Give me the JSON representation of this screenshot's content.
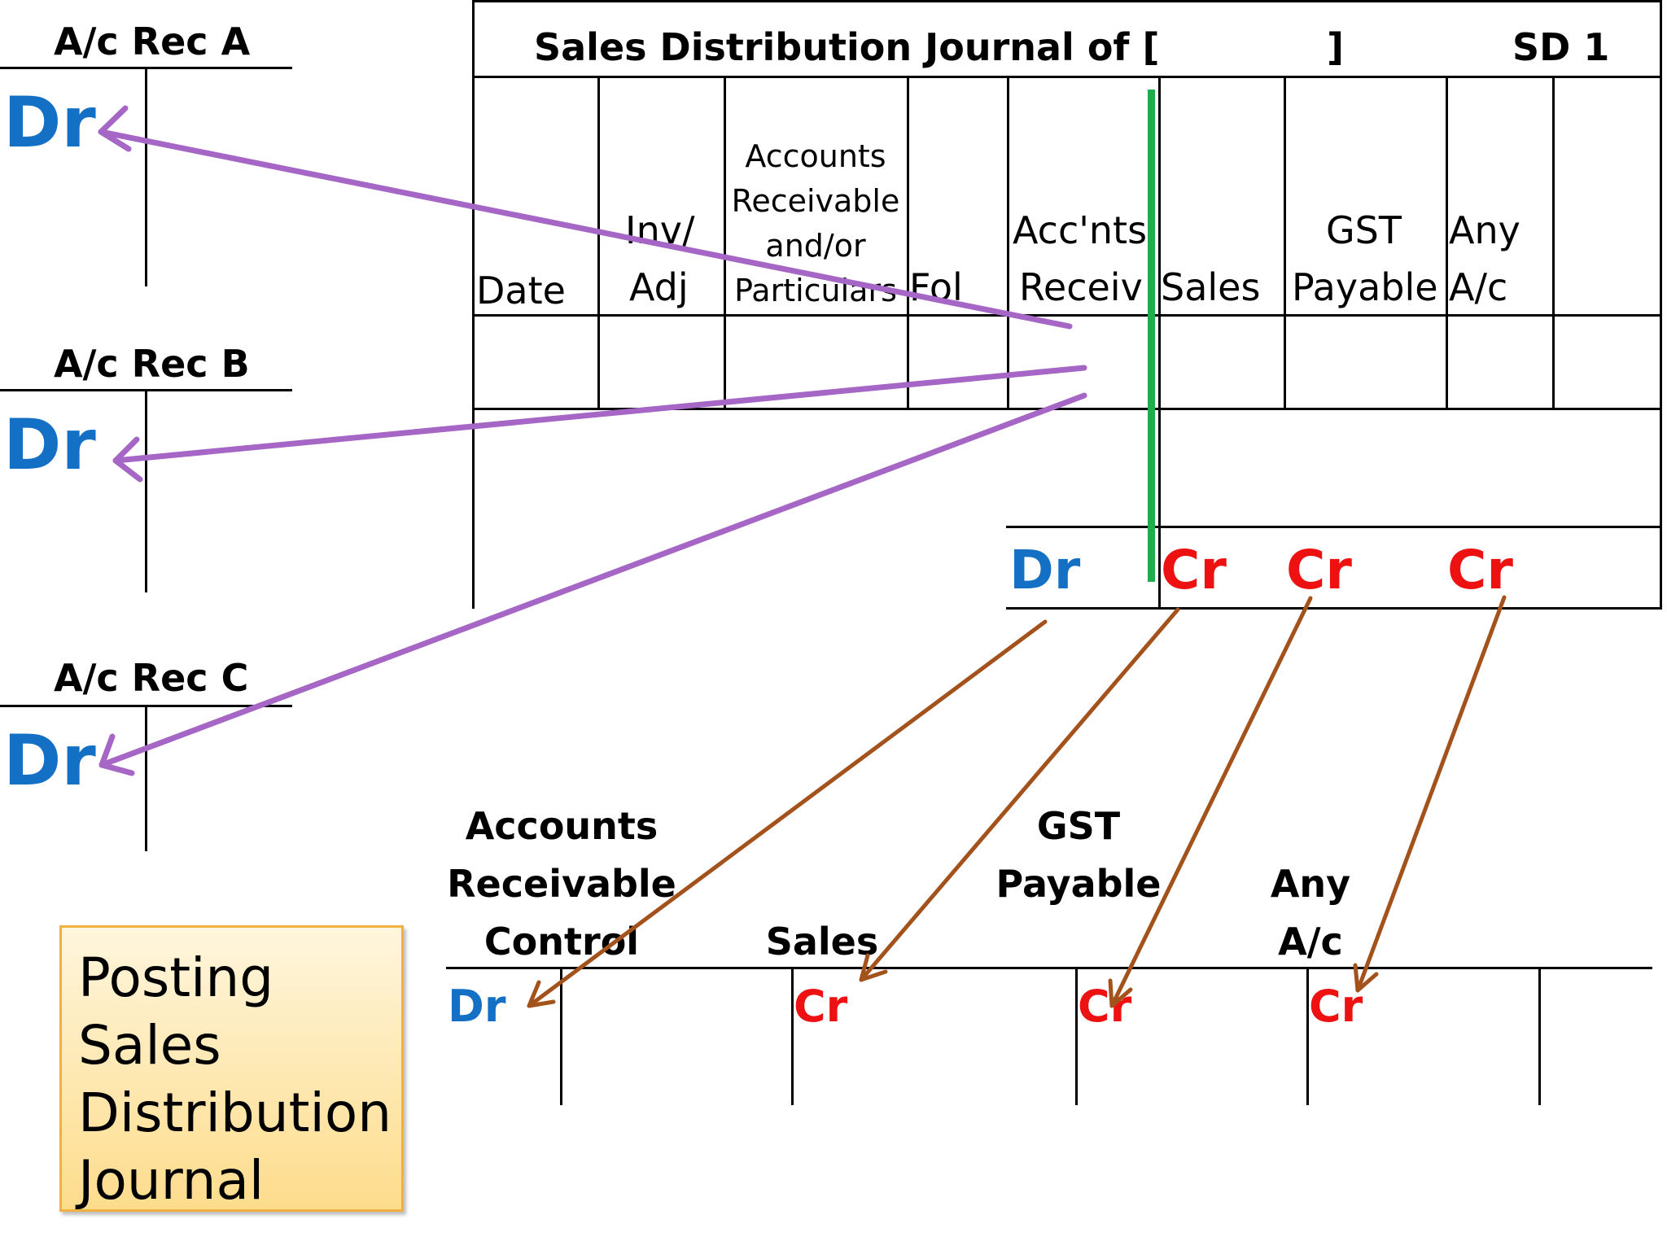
{
  "colors": {
    "dr": "#1470c4",
    "cr": "#ee1111",
    "posting_arrow": "#a666c6",
    "ledger_arrow": "#a4521c",
    "divider": "#1fae4b",
    "box_fill": "#fee7a8",
    "box_border": "#f0b042"
  },
  "subsidiary_ledgers": [
    {
      "title": "A/c Rec A",
      "side": "Dr"
    },
    {
      "title": "A/c Rec B",
      "side": "Dr"
    },
    {
      "title": "A/c Rec C",
      "side": "Dr"
    }
  ],
  "journal": {
    "title": "Sales Distribution Journal of [",
    "title_close": "]",
    "ref": "SD 1",
    "columns": {
      "date": "Date",
      "inv_1": "Inv/",
      "inv_2": "Adj",
      "ar_1": "Accounts",
      "ar_2": "Receivable",
      "ar_3": "and/or",
      "ar_4": "Particulars",
      "fol": "Fol",
      "accnts_1": "Acc'nts",
      "accnts_2": "Receiv",
      "sales": "Sales",
      "gst_1": "GST",
      "gst_2": "Payable",
      "any_1": "Any",
      "any_2": "A/c"
    },
    "totals": {
      "accnts": "Dr",
      "sales": "Cr",
      "gst": "Cr",
      "any": "Cr"
    }
  },
  "general_ledger": [
    {
      "title_lines": [
        "Accounts",
        "Receivable",
        "Control"
      ],
      "side": "Dr"
    },
    {
      "title_lines": [
        "Sales"
      ],
      "side": "Cr"
    },
    {
      "title_lines": [
        "GST",
        "Payable"
      ],
      "side": "Cr"
    },
    {
      "title_lines": [
        "Any",
        "A/c"
      ],
      "side": "Cr"
    }
  ],
  "caption": {
    "line1": "Posting",
    "line2": "Sales",
    "line3": "Distribution",
    "line4": "Journal"
  }
}
